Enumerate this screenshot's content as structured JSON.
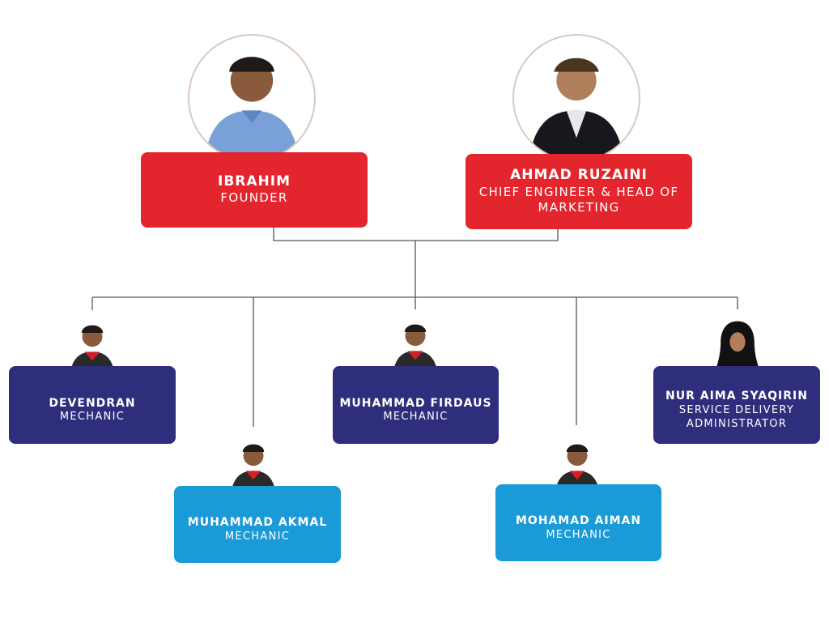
{
  "colors": {
    "leader_card": "#e3262e",
    "primary_card": "#2f2e7c",
    "secondary_card": "#1a9ad6",
    "connector": "#555555"
  },
  "leaders": [
    {
      "name": "IBRAHIM",
      "role": "FOUNDER",
      "photo_icon": "person-photo-icon"
    },
    {
      "name": "AHMAD RUZAINI",
      "role": "CHIEF ENGINEER & HEAD OF MARKETING",
      "photo_icon": "person-photo-icon"
    }
  ],
  "staff": [
    {
      "name": "DEVENDRAN",
      "role": "MECHANIC",
      "color": "primary"
    },
    {
      "name": "MUHAMMAD AKMAL",
      "role": "MECHANIC",
      "color": "secondary"
    },
    {
      "name": "MUHAMMAD FIRDAUS",
      "role": "MECHANIC",
      "color": "primary"
    },
    {
      "name": "MOHAMAD AIMAN",
      "role": "MECHANIC",
      "color": "secondary"
    },
    {
      "name": "NUR AIMA SYAQIRIN",
      "role": "SERVICE DELIVERY ADMINISTRATOR",
      "color": "primary"
    }
  ]
}
